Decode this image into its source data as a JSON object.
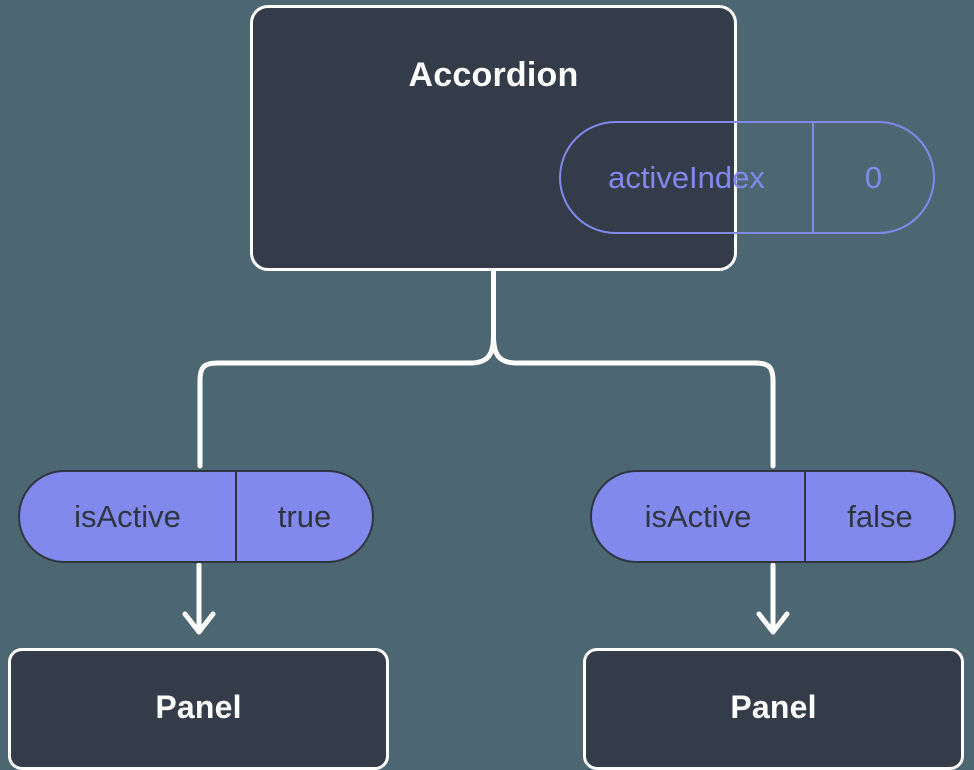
{
  "diagram": {
    "type": "component-state-tree",
    "background_color": "#4c6772",
    "node_fill_color": "#343b49",
    "node_stroke_color": "#ffffff",
    "accent_color": "#8289ec",
    "connector_color": "#ffffff",
    "root": {
      "title": "Accordion",
      "state_pill": {
        "key": "activeIndex",
        "value": "0",
        "style": "outlined"
      }
    },
    "branches": [
      {
        "prop_pill": {
          "key": "isActive",
          "value": "true",
          "style": "filled"
        },
        "child": {
          "title": "Panel"
        }
      },
      {
        "prop_pill": {
          "key": "isActive",
          "value": "false",
          "style": "filled"
        },
        "child": {
          "title": "Panel"
        }
      }
    ]
  }
}
